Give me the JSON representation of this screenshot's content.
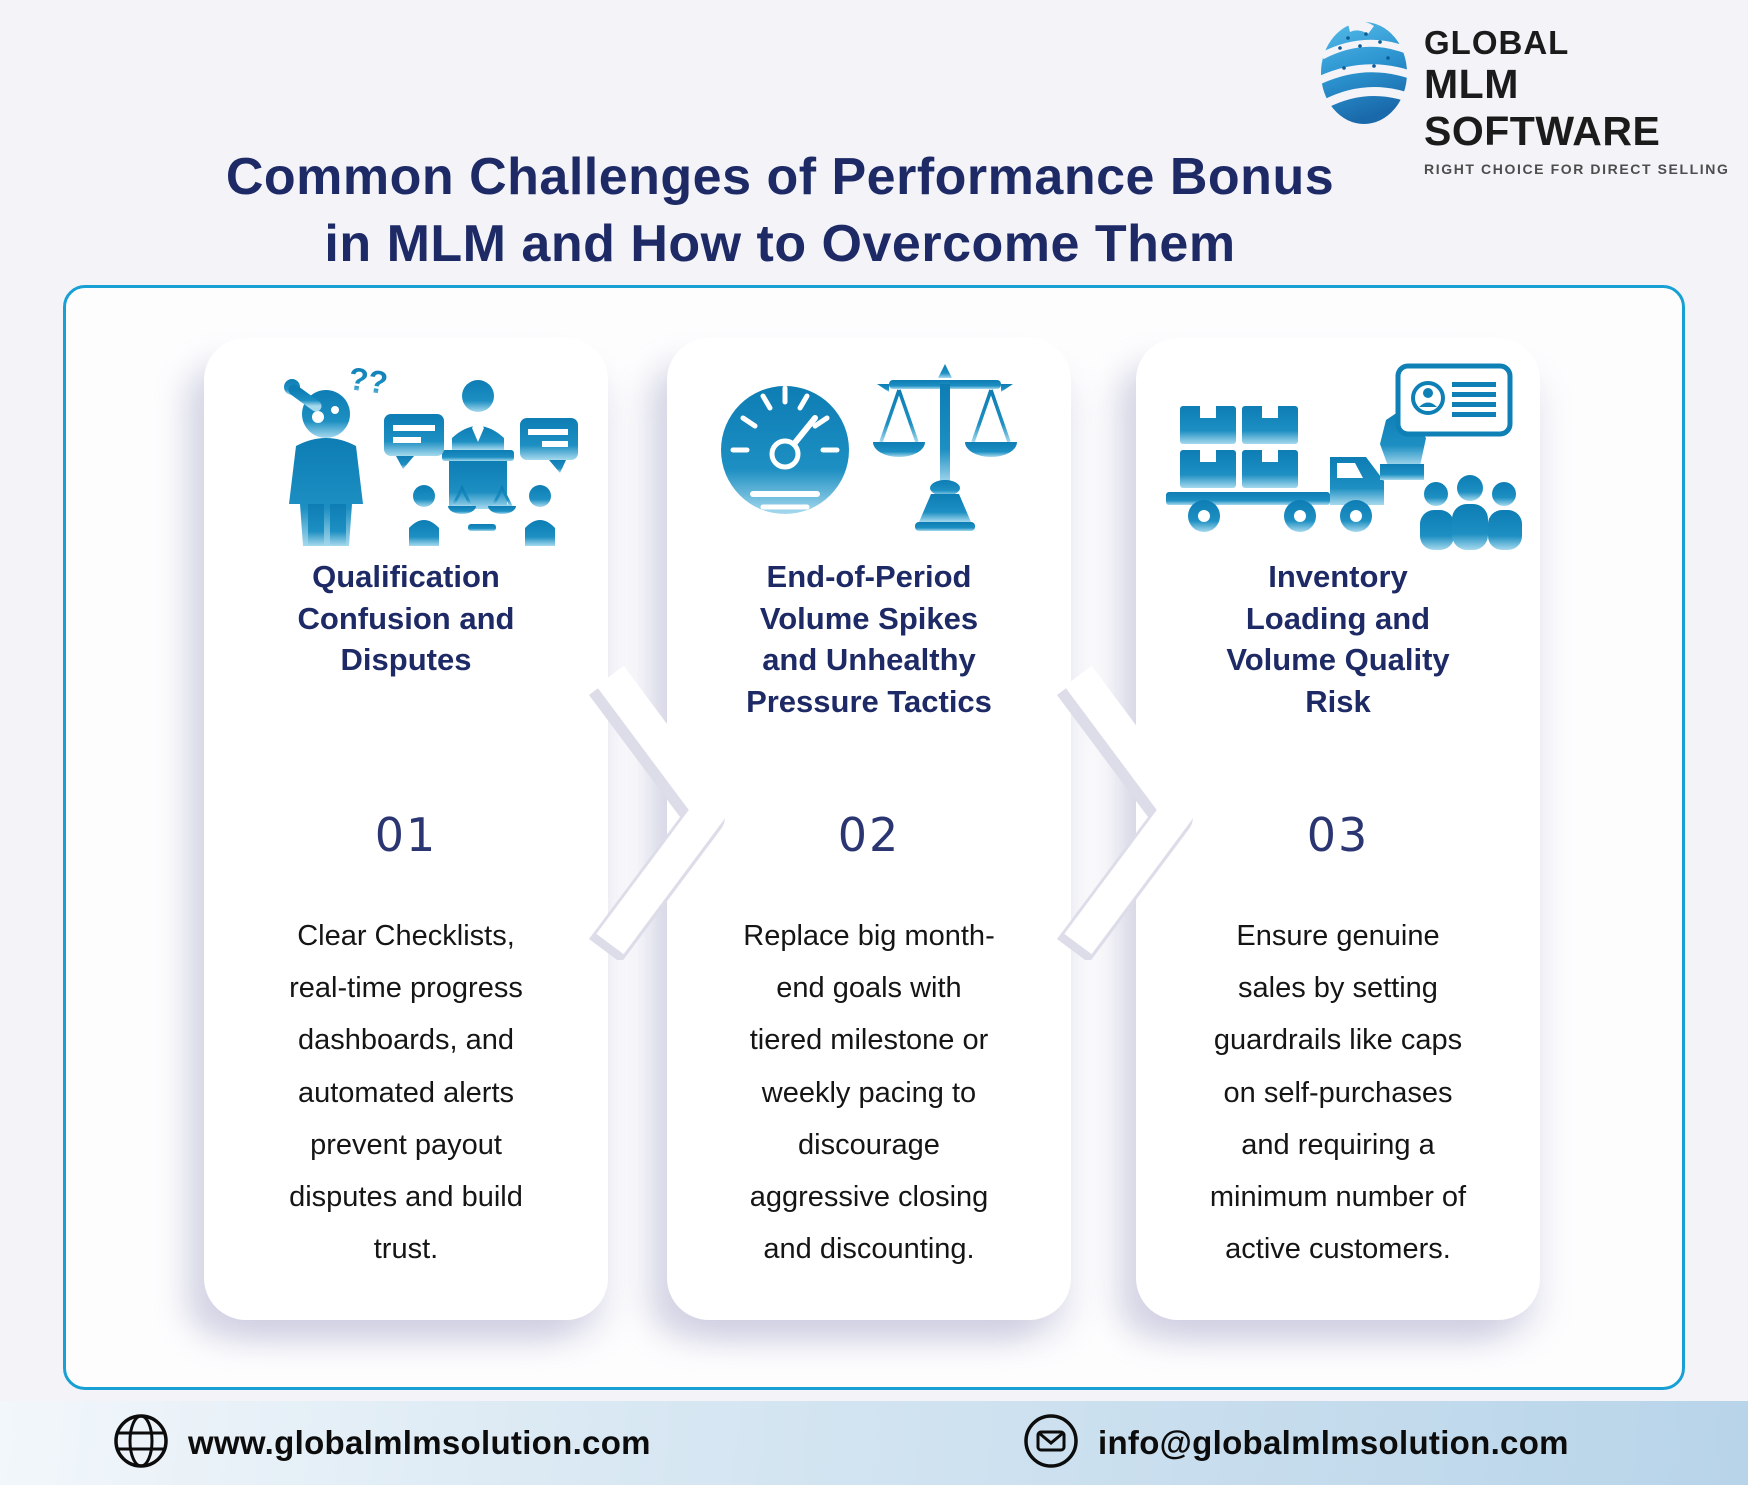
{
  "logo": {
    "line1": "GLOBAL",
    "line2": "MLM SOFTWARE",
    "tagline": "RIGHT CHOICE FOR DIRECT SELLING",
    "icon": "globe-swirl-icon"
  },
  "title": {
    "line1": "Common Challenges of Performance Bonus",
    "line2": "in MLM and How to Overcome Them"
  },
  "cards": [
    {
      "number": "01",
      "title": "Qualification\nConfusion and\nDisputes",
      "description": "Clear Checklists,\nreal-time progress\ndashboards, and\nautomated alerts\nprevent payout\ndisputes and build\ntrust.",
      "icon_names": [
        "confused-person-icon",
        "mediation-discussion-icon",
        "justice-scale-icon"
      ]
    },
    {
      "number": "02",
      "title": "End-of-Period\nVolume Spikes\nand Unhealthy\nPressure Tactics",
      "description": "Replace big month-\nend goals with\ntiered milestone or\nweekly pacing to\ndiscourage\naggressive closing\nand discounting.",
      "icon_names": [
        "speedometer-icon",
        "balance-scale-icon"
      ]
    },
    {
      "number": "03",
      "title": "Inventory\nLoading and\nVolume Quality\nRisk",
      "description": "Ensure genuine\nsales by setting\nguardrails like caps\non self-purchases\nand requiring a\nminimum number of\nactive customers.",
      "icon_names": [
        "loaded-truck-icon",
        "id-card-hand-icon",
        "customers-group-icon"
      ]
    }
  ],
  "footer": {
    "website": "www.globalmlmsolution.com",
    "email": "info@globalmlmsolution.com",
    "icons": [
      "globe-icon",
      "envelope-icon"
    ]
  },
  "colors": {
    "icon_blue": "#0d7db4",
    "icon_fade": "#a6d9ee",
    "title_navy": "#1d2a66",
    "border_cyan": "#18a0d4",
    "page_bg": "#f3f3f8",
    "footer_band": "#b8d4e9"
  }
}
